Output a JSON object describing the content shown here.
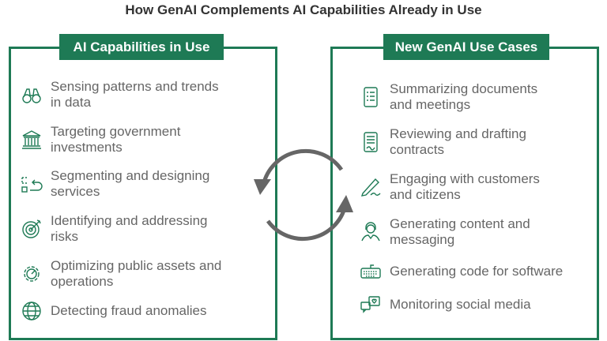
{
  "title": "How GenAI Complements AI Capabilities Already in Use",
  "left": {
    "header": "AI Capabilities in Use",
    "items": [
      {
        "icon": "binoculars-icon",
        "label_lines": [
          "Sensing patterns and trends",
          "in data"
        ]
      },
      {
        "icon": "government-building-icon",
        "label_lines": [
          "Targeting government",
          "investments"
        ]
      },
      {
        "icon": "segment-flow-icon",
        "label_lines": [
          "Segmenting and designing",
          "services"
        ]
      },
      {
        "icon": "target-icon",
        "label_lines": [
          "Identifying and addressing",
          "risks"
        ]
      },
      {
        "icon": "gear-gauge-icon",
        "label_lines": [
          "Optimizing public assets and",
          "operations"
        ]
      },
      {
        "icon": "globe-icon",
        "label_lines": [
          "Detecting fraud anomalies"
        ]
      }
    ]
  },
  "right": {
    "header": "New GenAI Use Cases",
    "items": [
      {
        "icon": "checklist-document-icon",
        "label_lines": [
          "Summarizing documents",
          "and meetings"
        ]
      },
      {
        "icon": "contract-icon",
        "label_lines": [
          "Reviewing and drafting",
          "contracts"
        ]
      },
      {
        "icon": "pen-signature-icon",
        "label_lines": [
          "Engaging with customers",
          "and citizens"
        ]
      },
      {
        "icon": "headset-agent-icon",
        "label_lines": [
          "Generating content and",
          "messaging"
        ]
      },
      {
        "icon": "keyboard-icon",
        "label_lines": [
          "Generating code for software"
        ]
      },
      {
        "icon": "social-chat-icon",
        "label_lines": [
          "Monitoring social media"
        ]
      }
    ]
  },
  "colors": {
    "accent": "#1e7a55",
    "text": "#666666",
    "arrow": "#666666"
  }
}
